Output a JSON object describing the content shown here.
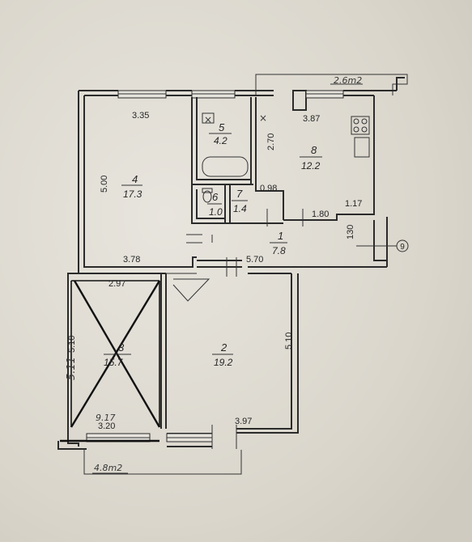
{
  "balconies": {
    "top_area": "2.6m2",
    "bottom_area": "4.8m2"
  },
  "axis_marker": "9",
  "rooms": [
    {
      "id": "room-4",
      "number": "4",
      "area": "17.3"
    },
    {
      "id": "room-5",
      "number": "5",
      "area": "4.2"
    },
    {
      "id": "room-8",
      "number": "8",
      "area": "12.2"
    },
    {
      "id": "room-6",
      "number": "6",
      "area": "1.0"
    },
    {
      "id": "room-7",
      "number": "7",
      "area": "1.4"
    },
    {
      "id": "room-1",
      "number": "1",
      "area": "7.8"
    },
    {
      "id": "room-3",
      "number": "3",
      "area": "15.7"
    },
    {
      "id": "room-2",
      "number": "2",
      "area": "19.2"
    }
  ],
  "dimensions": {
    "room4_width_top": "3.35",
    "room4_height": "5.00",
    "room4_width_bottom": "3.78",
    "room5_height": "2.70",
    "room8_width_top": "3.87",
    "room8_inner": "0.98",
    "room8_step": "1.17",
    "room8_bottom": "1.80",
    "hall_width": "5.70",
    "hall_height": "130",
    "room3_width_top": "2.97",
    "room3_height": "5.10",
    "room3_width_bottom": "3.20",
    "room2_height": "5.10",
    "room2_width_bottom": "3.97"
  },
  "handwritten": {
    "room3_area_fix": "5.11",
    "room3_note": "9.17"
  }
}
